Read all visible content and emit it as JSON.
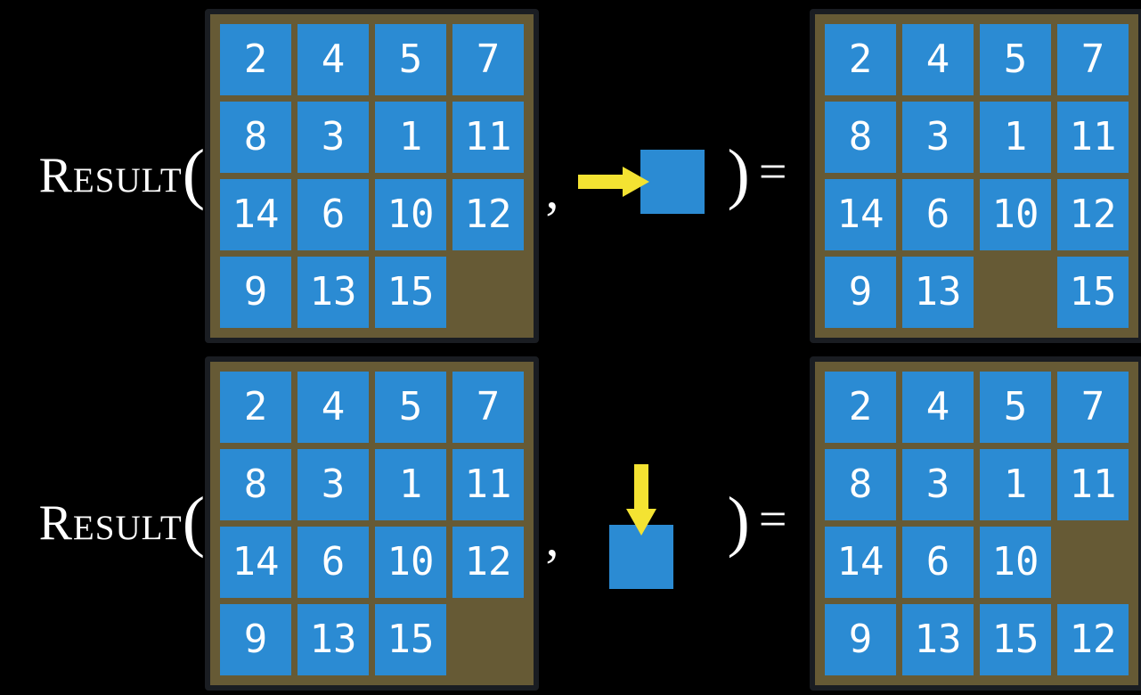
{
  "colors": {
    "background": "#000000",
    "board_fill": "#665A35",
    "board_border": "#1A1D22",
    "tile_fill": "#2B8BD3",
    "tile_text": "#FFFFFF",
    "arrow": "#F4E332",
    "expression_text": "#FFFFFF"
  },
  "examples": [
    {
      "label": "Result",
      "open_paren": "(",
      "comma": ",",
      "close_paren": ")",
      "equals": "=",
      "action": {
        "direction": "right",
        "icon": "arrow-right-icon"
      },
      "before": {
        "rows": [
          [
            "2",
            "4",
            "5",
            "7"
          ],
          [
            "8",
            "3",
            "1",
            "11"
          ],
          [
            "14",
            "6",
            "10",
            "12"
          ],
          [
            "9",
            "13",
            "15",
            ""
          ]
        ]
      },
      "after": {
        "rows": [
          [
            "2",
            "4",
            "5",
            "7"
          ],
          [
            "8",
            "3",
            "1",
            "11"
          ],
          [
            "14",
            "6",
            "10",
            "12"
          ],
          [
            "9",
            "13",
            "",
            "15"
          ]
        ]
      }
    },
    {
      "label": "Result",
      "open_paren": "(",
      "comma": ",",
      "close_paren": ")",
      "equals": "=",
      "action": {
        "direction": "down",
        "icon": "arrow-down-icon"
      },
      "before": {
        "rows": [
          [
            "2",
            "4",
            "5",
            "7"
          ],
          [
            "8",
            "3",
            "1",
            "11"
          ],
          [
            "14",
            "6",
            "10",
            "12"
          ],
          [
            "9",
            "13",
            "15",
            ""
          ]
        ]
      },
      "after": {
        "rows": [
          [
            "2",
            "4",
            "5",
            "7"
          ],
          [
            "8",
            "3",
            "1",
            "11"
          ],
          [
            "14",
            "6",
            "10",
            ""
          ],
          [
            "9",
            "13",
            "15",
            "12"
          ]
        ]
      }
    }
  ]
}
